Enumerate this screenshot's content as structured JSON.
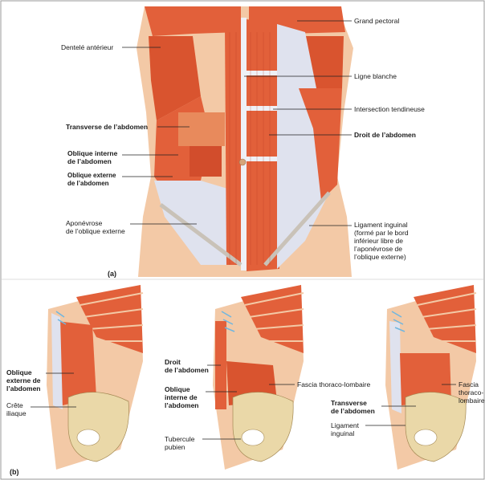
{
  "panel_a": {
    "tag": "(a)",
    "labels": {
      "grand_pectoral": "Grand pectoral",
      "dentele_anterieur": "Dentelé antérieur",
      "ligne_blanche": "Ligne blanche",
      "intersection_tendineuse": "Intersection tendineuse",
      "transverse": "Transverse de l’abdomen",
      "droit": "Droit de l’abdomen",
      "oblique_interne": "Oblique interne\nde l’abdomen",
      "oblique_externe": "Oblique externe\nde l’abdomen",
      "aponevrose": "Aponévrose\nde l’oblique externe",
      "ligament_inguinal": "Ligament inguinal\n(formé par le bord\ninférieur libre de\nl’aponévrose de\nl’oblique externe)"
    }
  },
  "panel_b": {
    "tag": "(b)",
    "labels": {
      "oblique_externe": "Oblique\nexterne de\nl’abdomen",
      "crete_iliaque": "Crête\niliaque",
      "droit": "Droit\nde l’abdomen",
      "oblique_interne": "Oblique\ninterne de\nl’abdomen",
      "tubercule_pubien": "Tubercule\npubien",
      "fascia_1": "Fascia thoraco-lombaire",
      "transverse": "Transverse\nde l’abdomen",
      "ligament_inguinal": "Ligament\ninguinal",
      "fascia_2": "Fascia\nthoraco-\nlombaire"
    }
  },
  "colors": {
    "muscle": "#e2603a",
    "muscle_dark": "#c8472a",
    "tendon": "#dfe2ee",
    "skin": "#f3c9a6",
    "bone": "#ead8a8",
    "nerve": "#6fb6e0",
    "line": "#222222"
  }
}
